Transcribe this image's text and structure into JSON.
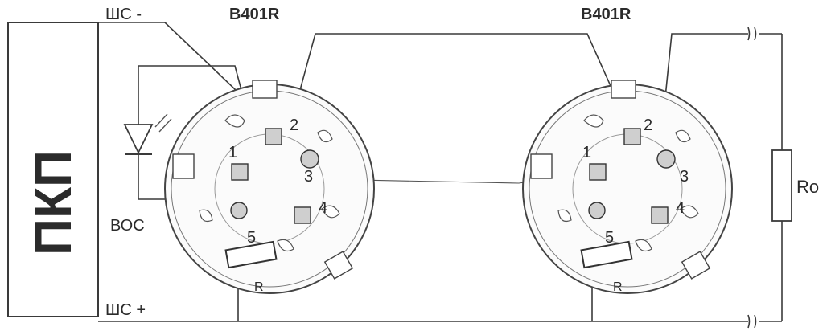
{
  "panel": {
    "label": "ПКП"
  },
  "bus": {
    "minus_label": "ШС -",
    "plus_label": "ШС +"
  },
  "led_label": "ВОС",
  "resistor_label": "Rо",
  "bases": [
    {
      "title": "B401R",
      "terminals": [
        "1",
        "2",
        "3",
        "4",
        "5"
      ],
      "resistor_mark": "R"
    },
    {
      "title": "B401R",
      "terminals": [
        "1",
        "2",
        "3",
        "4",
        "5"
      ],
      "resistor_mark": "R"
    }
  ]
}
